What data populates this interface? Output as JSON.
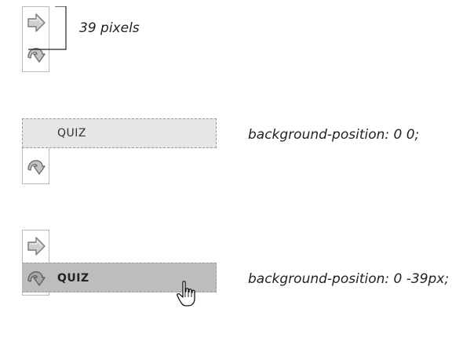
{
  "top": {
    "bracket_label": "39 pixels"
  },
  "state_normal": {
    "button_label": "QUIZ",
    "caption": "background-position: 0 0;"
  },
  "state_hover": {
    "button_label": "QUIZ",
    "caption": "background-position: 0 -39px;"
  },
  "icons": {
    "top": "arrow-right-icon",
    "bottom": "arrow-curve-down-icon",
    "cursor": "hand-pointer-icon"
  },
  "colors": {
    "normal_bg": "#e6e6e6",
    "hover_bg": "#bdbdbd",
    "icon_fill": "#bdbdbd",
    "icon_stroke": "#7a7a7a"
  }
}
